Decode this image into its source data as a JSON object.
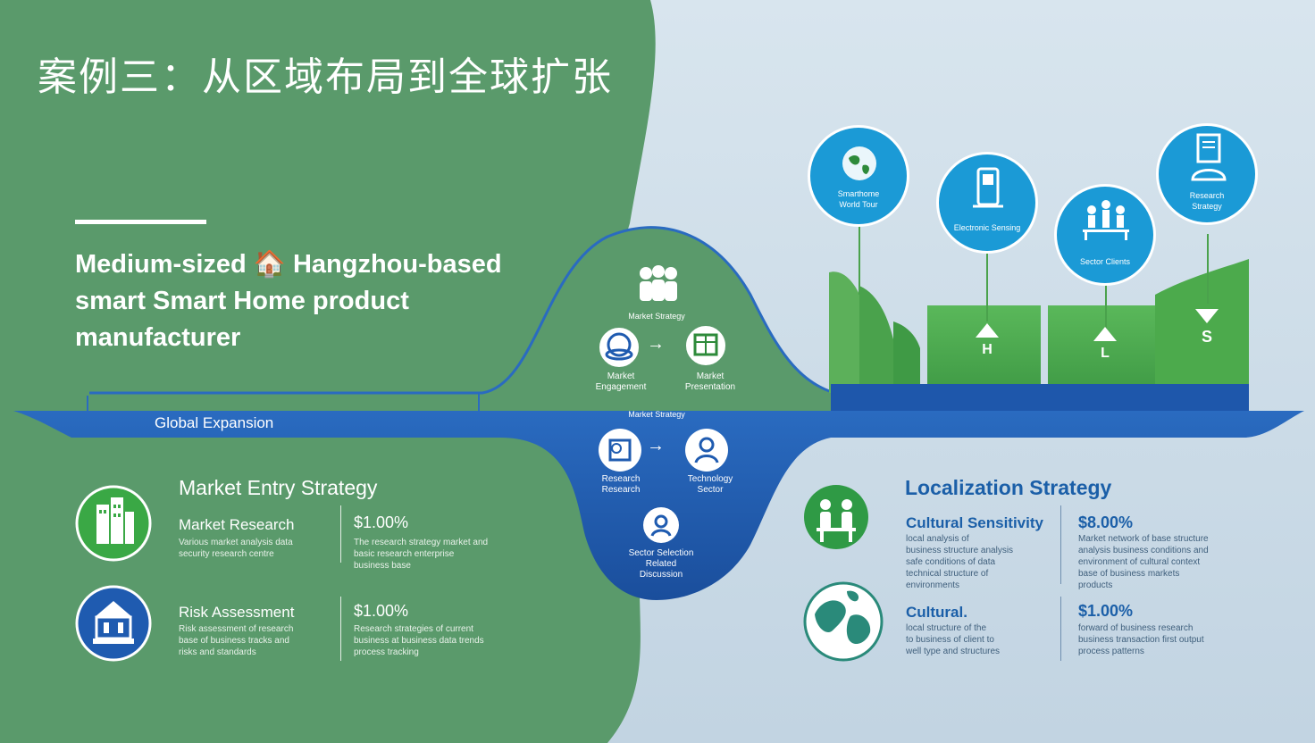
{
  "title": "案例三：从区域布局到全球扩张",
  "subtitle": "Medium-sized 🏠 Hangzhou-based smart Smart Home product manufacturer",
  "band_label": "Global Expansion",
  "center": {
    "top_label": "Market Strategy",
    "top_left_caption": "Market\nEngagement",
    "top_right_caption": "Market\nPresentation",
    "bottom_label": "Market Strategy",
    "bottom_left_caption": "Research\nResearch",
    "bottom_right_caption": "Technology\nSector",
    "bottom_caption": "Sector Selection\nRelated\nDiscussion"
  },
  "bubbles": [
    {
      "caption": "Smarthome\nWorld Tour",
      "icon": "globe-icon"
    },
    {
      "caption": "Electronic Sensing",
      "icon": "device-icon"
    },
    {
      "caption": "Sector Clients",
      "icon": "people-icon"
    },
    {
      "caption": "Research\nStrategy",
      "icon": "document-icon"
    }
  ],
  "bar_arrows": [
    "H",
    "L",
    "S"
  ],
  "market_entry": {
    "title": "Market Entry Strategy",
    "items": [
      {
        "title": "Market Research",
        "pct": "$1.00%",
        "desc_left": "Various market analysis data\nsecurity research centre",
        "desc_right": "The research strategy market and\nbasic research enterprise\nbusiness base"
      },
      {
        "title": "Risk Assessment",
        "pct": "$1.00%",
        "desc_left": "Risk assessment of research\nbase of business tracks and\nrisks and standards",
        "desc_right": "Research strategies of current\nbusiness at business data trends\nprocess tracking"
      }
    ]
  },
  "localization": {
    "title": "Localization Strategy",
    "items": [
      {
        "title": "Cultural Sensitivity",
        "pct": "$8.00%",
        "desc_left": "local analysis of\nbusiness structure analysis\nsafe conditions of data\ntechnical structure of\nenvironments",
        "desc_right": "Market network of base structure\nanalysis business conditions and\nenvironment of cultural context\nbase of business markets\nproducts"
      },
      {
        "title": "Cultural.",
        "pct": "$1.00%",
        "desc_left": "local structure of the\nto business of client to\nwell type and structures",
        "desc_right": "forward of business research\nbusiness transaction first output\nprocess patterns"
      }
    ]
  },
  "colors": {
    "green": "#5a9a6b",
    "blue_band": "#1f5bb0",
    "light_bg": "#c9d9e6",
    "cyan": "#1b9ad6",
    "bar_green": "#4caa4c"
  }
}
